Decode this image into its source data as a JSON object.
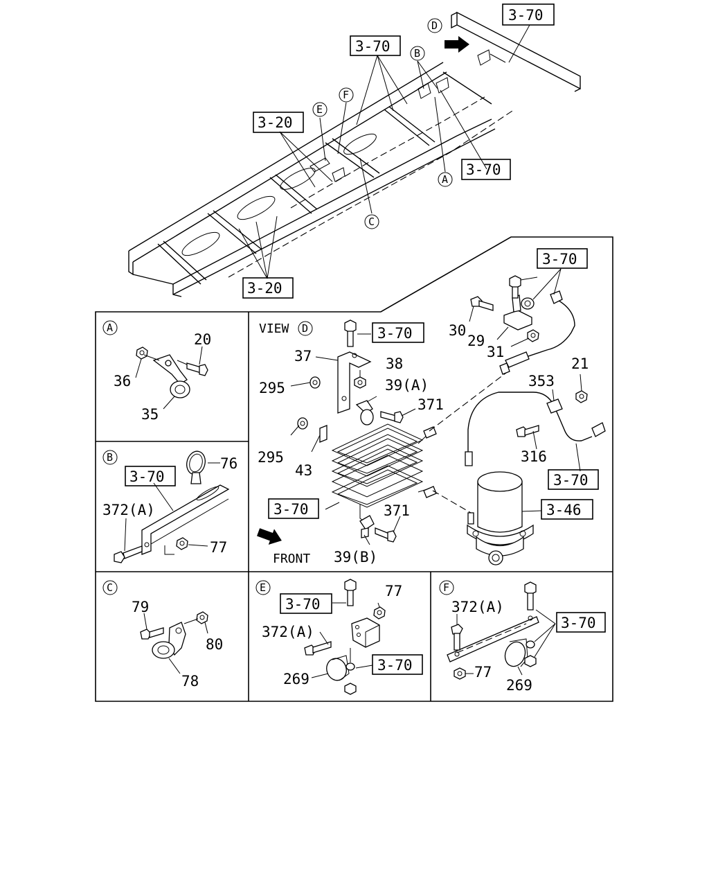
{
  "refs": {
    "r1": "3-70",
    "r2": "3-70",
    "r3": "3-70",
    "r4": "3-20",
    "r5": "3-20",
    "r6": "3-70",
    "r7": "3-70",
    "r8": "3-70",
    "r9": "3-46",
    "r10": "3-70",
    "r11": "3-70",
    "r12": "3-70",
    "r13": "3-70",
    "r14": "3-70"
  },
  "markers": {
    "a": "A",
    "b": "B",
    "c": "C",
    "d": "D",
    "e": "E",
    "f": "F"
  },
  "view_label": "VIEW",
  "front_label": "FRONT",
  "parts": {
    "p20": "20",
    "p36": "36",
    "p35": "35",
    "p76": "76",
    "p372a_b": "372(A)",
    "p77_b": "77",
    "p79": "79",
    "p80": "80",
    "p78": "78",
    "p37": "37",
    "p38": "38",
    "p295a": "295",
    "p39a": "39(A)",
    "p371a": "371",
    "p295b": "295",
    "p43": "43",
    "p371b": "371",
    "p39b": "39(B)",
    "p30": "30",
    "p29": "29",
    "p31": "31",
    "p21": "21",
    "p353": "353",
    "p316": "316",
    "p77_e": "77",
    "p372a_e": "372(A)",
    "p269_e": "269",
    "p372a_f": "372(A)",
    "p77_f": "77",
    "p269_f": "269"
  }
}
